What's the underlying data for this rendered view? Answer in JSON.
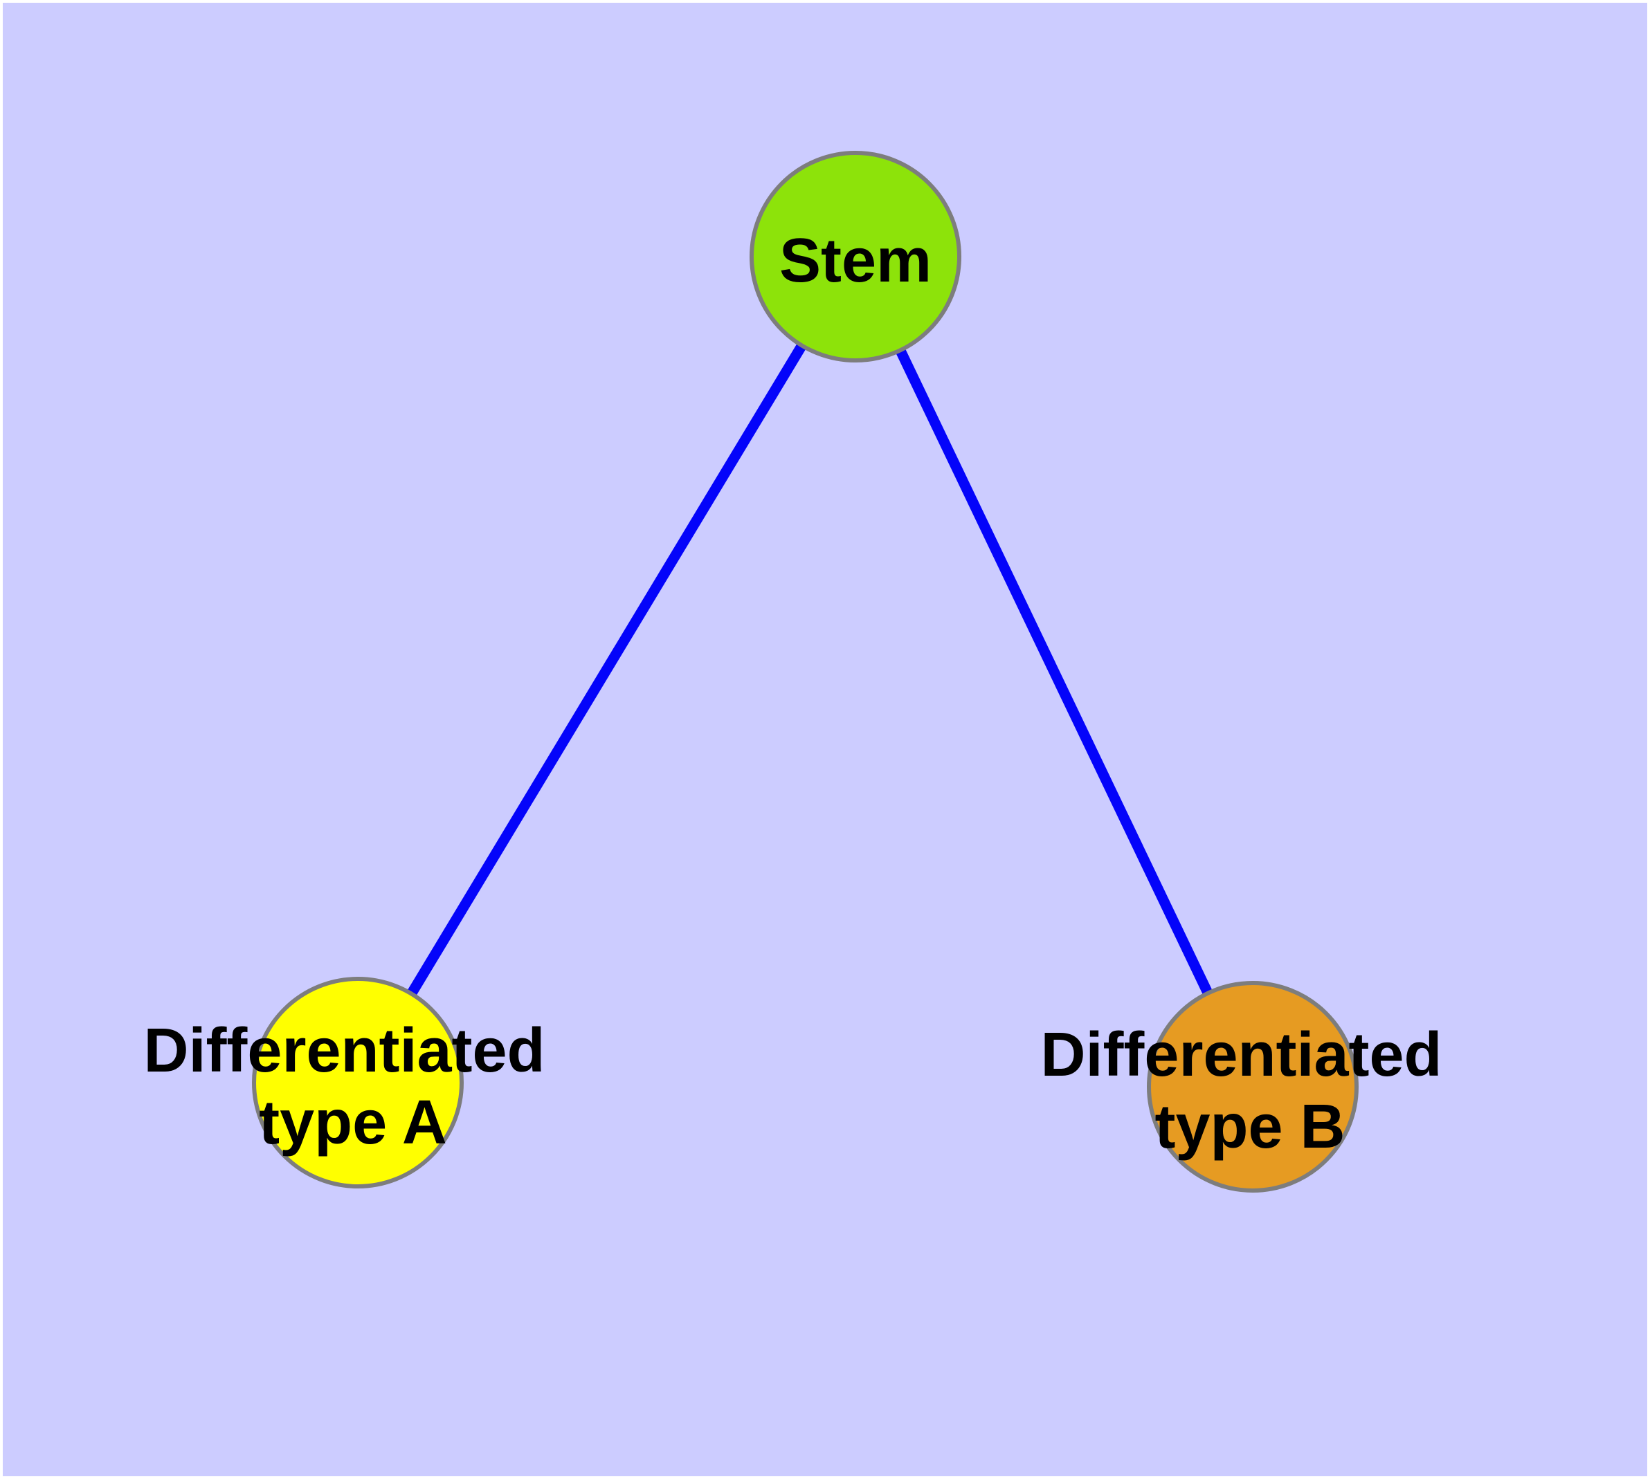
{
  "diagram": {
    "type": "graph",
    "description": "Cell differentiation graph: a stem node linked to two differentiated cell type nodes",
    "frame_color": "#ffffff",
    "background_color": "#ccccff",
    "edge_color": "#0404fa",
    "node_stroke_color": "#7d7d7d",
    "label_color": "#000000",
    "node_radius": 150,
    "nodes": [
      {
        "id": "stem",
        "label": "Stem",
        "label_lines": [
          "Stem"
        ],
        "color": "#8de30a"
      },
      {
        "id": "differentiated-type-a",
        "label": "Differentiated type A",
        "label_lines": [
          "Differentiated",
          "type A"
        ],
        "color": "#ffff00"
      },
      {
        "id": "differentiated-type-b",
        "label": "Differentiated type B",
        "label_lines": [
          "Differentiated",
          "type B"
        ],
        "color": "#e69b22"
      }
    ],
    "edges": [
      {
        "from": "Stem",
        "to": "Differentiated type A"
      },
      {
        "from": "Stem",
        "to": "Differentiated type B"
      }
    ]
  }
}
